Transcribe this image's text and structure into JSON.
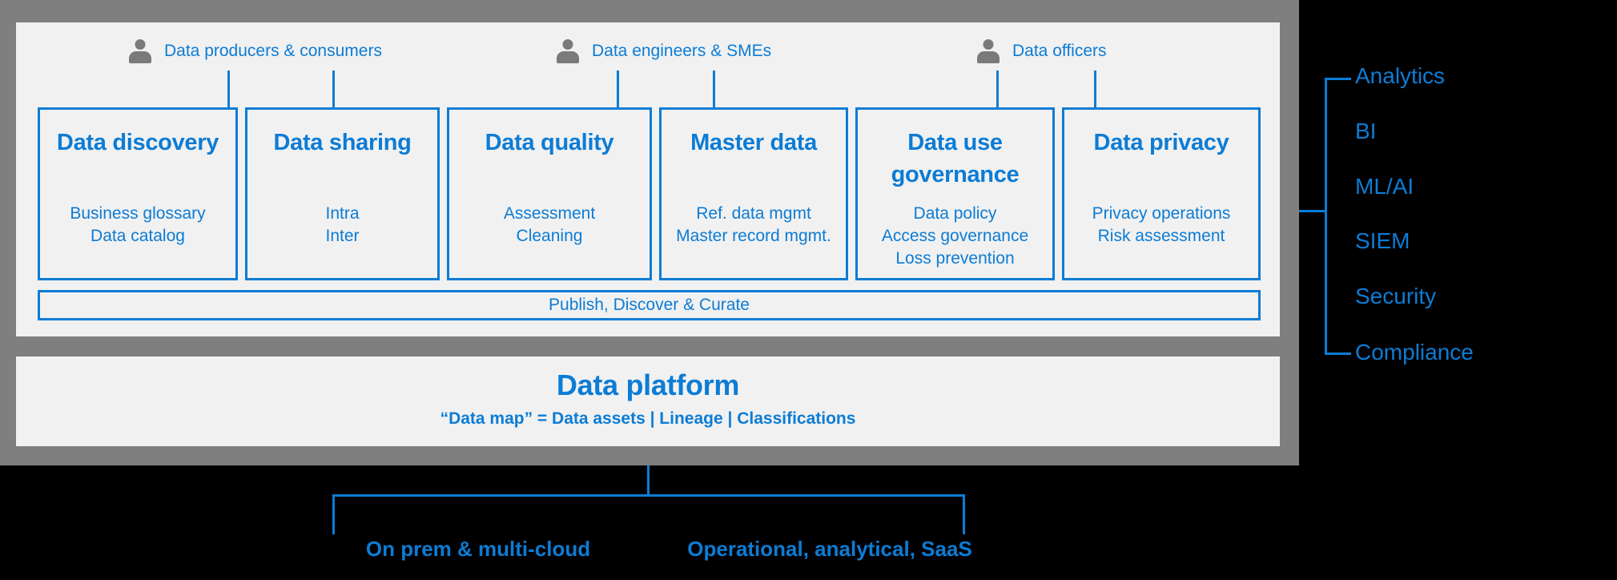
{
  "colors": {
    "blue": "#0c7cd5",
    "frame_gray": "#7f7f7f",
    "panel_bg": "#f1f1f1",
    "canvas_bg": "#000000",
    "icon_gray": "#7a7a7a"
  },
  "personas": [
    {
      "label": "Data producers & consumers"
    },
    {
      "label": "Data engineers & SMEs"
    },
    {
      "label": "Data officers"
    }
  ],
  "boxes": [
    {
      "title": "Data discovery",
      "items": [
        "Business glossary",
        "Data catalog"
      ]
    },
    {
      "title": "Data sharing",
      "items": [
        "Intra",
        "Inter"
      ]
    },
    {
      "title": "Data quality",
      "items": [
        "Assessment",
        "Cleaning"
      ]
    },
    {
      "title": "Master data",
      "items": [
        "Ref. data mgmt",
        "Master record mgmt."
      ]
    },
    {
      "title": "Data use governance",
      "items": [
        "Data policy",
        "Access governance",
        "Loss prevention"
      ]
    },
    {
      "title": "Data privacy",
      "items": [
        "Privacy operations",
        "Risk assessment"
      ]
    }
  ],
  "publish_bar": {
    "label": "Publish, Discover & Curate"
  },
  "platform": {
    "title": "Data platform",
    "subtitle": "“Data map” = Data assets | Lineage | Classifications"
  },
  "sources": [
    {
      "label": "On prem & multi-cloud"
    },
    {
      "label": "Operational, analytical, SaaS"
    }
  ],
  "consumers": [
    {
      "label": "Analytics"
    },
    {
      "label": "BI"
    },
    {
      "label": "ML/AI"
    },
    {
      "label": "SIEM"
    },
    {
      "label": "Security"
    },
    {
      "label": "Compliance"
    }
  ]
}
